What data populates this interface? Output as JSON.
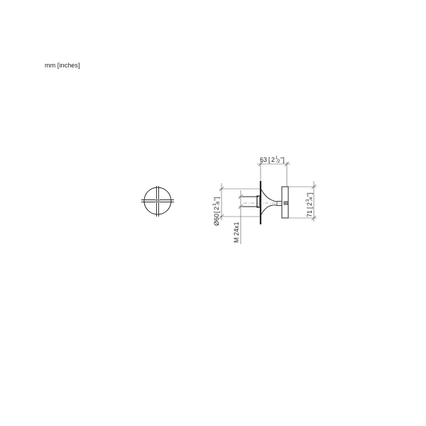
{
  "units_label": "mm [inches]",
  "colors": {
    "line": "#222222",
    "thin": "#555555",
    "background": "#ffffff"
  },
  "front_view": {
    "name": "cross-handle-front-view"
  },
  "side_view": {
    "name": "cross-handle-side-view",
    "dimensions": {
      "depth": {
        "mm": "63",
        "inch": "2½\"",
        "inch_whole": "2",
        "inch_frac": "1/2",
        "label": "63 [2½\"]"
      },
      "diameter": {
        "symbol": "Ø",
        "mm": "60",
        "inch": "2⅜\"",
        "inch_whole": "2",
        "inch_frac": "3/8",
        "label": "Ø60 [2⅜\"]"
      },
      "thread": {
        "label": "M 24x1"
      },
      "height": {
        "mm": "71",
        "inch": "2¾\"",
        "inch_whole": "2",
        "inch_frac": "3/4",
        "label": "71 [2¾\"]"
      }
    }
  }
}
